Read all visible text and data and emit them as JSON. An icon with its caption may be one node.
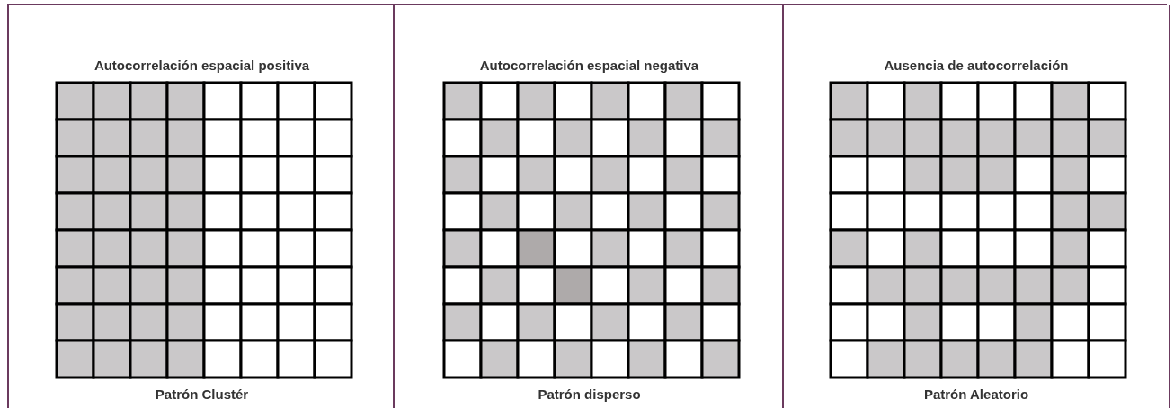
{
  "diagram": {
    "nodes": [
      {
        "text": [
          "Autocorrelación espacial positiva",
          "Patrón Clustér"
        ]
      },
      {
        "text": [
          "Autocorrelación espacial negativa",
          "Patrón disperso"
        ]
      },
      {
        "text": [
          "Ausencia de autocorrelación",
          "Patrón Aleatorio"
        ]
      }
    ]
  }
}
